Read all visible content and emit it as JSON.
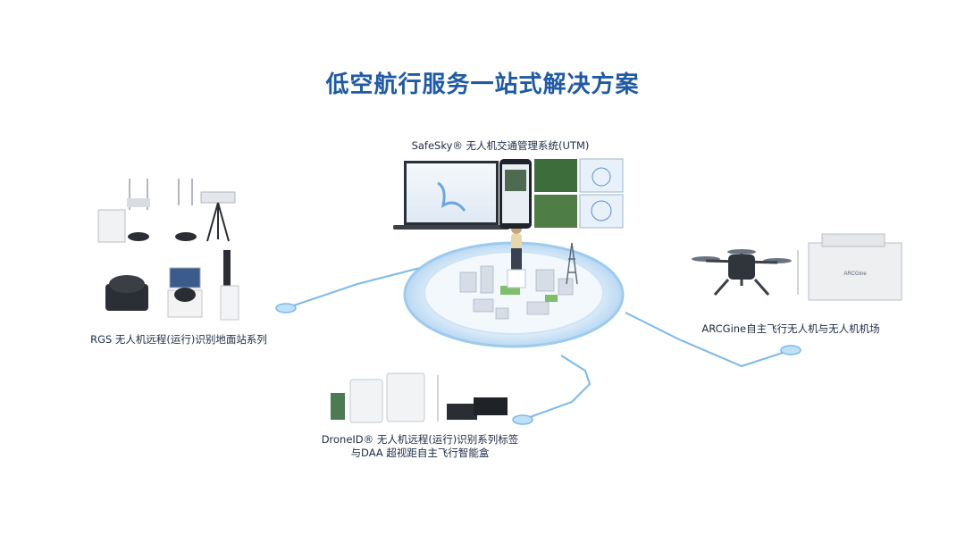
{
  "title": "低空航行服务一站式解决方案",
  "nodes": {
    "utm": {
      "label": "SafeSky® 无人机交通管理系统(UTM)"
    },
    "rgs": {
      "label": "RGS 无人机远程(运行)识别地面站系列"
    },
    "arcgine": {
      "label": "ARCGine自主飞行无人机与无人机机场"
    },
    "droneid": {
      "line1": "DroneID® 无人机远程(运行)识别系列标签",
      "line2": "与DAA 超视距自主飞行智能盒"
    }
  },
  "device_marks": {
    "arcgine_device": "ARCGine"
  },
  "colors": {
    "title": "#1f5aa6",
    "accent": "#3b8fd9",
    "connector": "#6fb2e8",
    "platform_ring": "#cfe3f5"
  }
}
